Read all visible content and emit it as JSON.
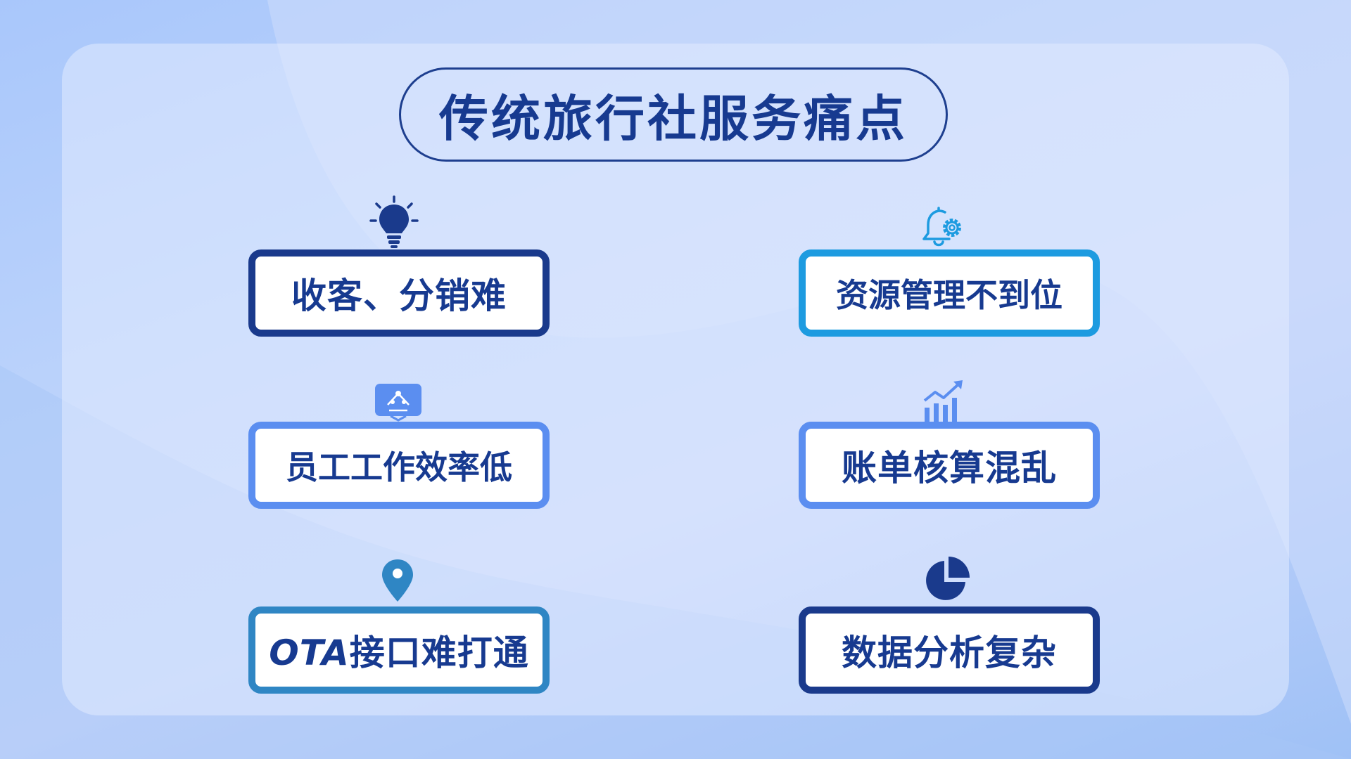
{
  "title": "传统旅行社服务痛点",
  "colors": {
    "title": "#173a90",
    "border_dark": "#1e3f8f",
    "border_navy": "#1a3a8c",
    "border_cyan": "#1d9be0",
    "border_blue": "#5b8ef0",
    "border_steel": "#2f86c4"
  },
  "cards": [
    {
      "label": "收客、分销难",
      "icon": "lightbulb-icon"
    },
    {
      "label": "资源管理不到位",
      "icon": "bell-gear-icon"
    },
    {
      "label": "员工工作效率低",
      "icon": "presentation-board-icon"
    },
    {
      "label": "账单核算混乱",
      "icon": "growth-chart-icon"
    },
    {
      "label_prefix": "OTA",
      "label_rest": "接口难打通",
      "icon": "location-pin-icon"
    },
    {
      "label": "数据分析复杂",
      "icon": "pie-chart-icon"
    }
  ]
}
